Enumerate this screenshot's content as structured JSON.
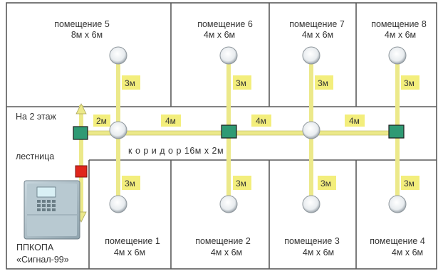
{
  "rooms": [
    {
      "name": "помещение 5",
      "size": "8м x 6м"
    },
    {
      "name": "помещение 6",
      "size": "4м x 6м"
    },
    {
      "name": "помещение 7",
      "size": "4м x 6м"
    },
    {
      "name": "помещение 8",
      "size": "4м x 6м"
    },
    {
      "name": "помещение 1",
      "size": "4м x 6м"
    },
    {
      "name": "помещение 2",
      "size": "4м x 6м"
    },
    {
      "name": "помещение 3",
      "size": "4м x 6м"
    },
    {
      "name": "помещение 4",
      "size": "4м x 6м"
    }
  ],
  "corridor": "к о р и д о р 16м x 2м",
  "stairs": {
    "up_label": "На 2 этаж",
    "label": "лестница"
  },
  "panel": {
    "line1": "ППКОПА",
    "line2": "«Сигнал-99»"
  },
  "distances": {
    "corridor_left": "2м",
    "corridor_segments": [
      "4м",
      "4м",
      "4м"
    ],
    "branch": "3м"
  },
  "colors": {
    "wall": "#5a5a5a",
    "cable": "#ece98a",
    "label_bg": "#f3ee7c",
    "junction": "#2f9a74",
    "alarm": "#e0251b"
  }
}
